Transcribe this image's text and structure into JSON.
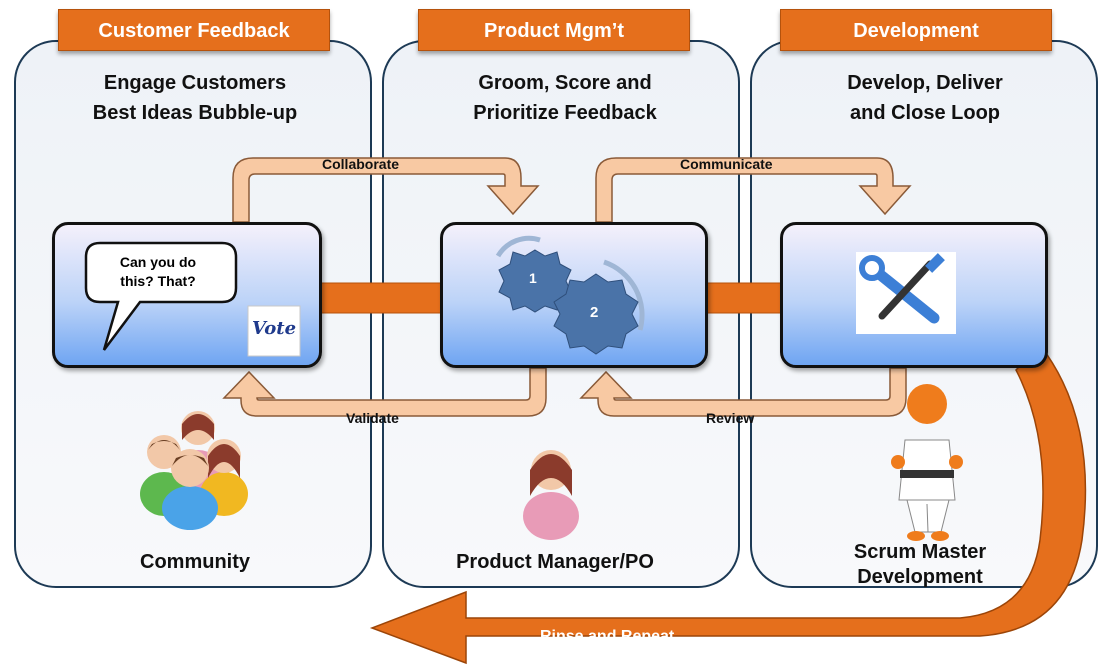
{
  "columns": [
    {
      "tab": "Customer Feedback",
      "subtitle": "Engage Customers\nBest Ideas Bubble-up",
      "role": "Community"
    },
    {
      "tab": "Product Mgm’t",
      "subtitle": "Groom, Score and\nPrioritize Feedback",
      "role": "Product  Manager/PO"
    },
    {
      "tab": "Development",
      "subtitle": "Develop, Deliver\nand Close Loop",
      "role": "Scrum Master\nDevelopment"
    }
  ],
  "arrows": {
    "collaborate": "Collaborate",
    "communicate": "Communicate",
    "validate": "Validate",
    "review": "Review",
    "rinse": "Rinse and Repeat"
  },
  "bubble": "Can you do this? That?",
  "vote_logo": "Vote",
  "gears": {
    "first": "1",
    "second": "2"
  },
  "colors": {
    "accent": "#e56f1c",
    "light_arrow": "#f8c9a3",
    "panel_border": "#1d3a55"
  }
}
